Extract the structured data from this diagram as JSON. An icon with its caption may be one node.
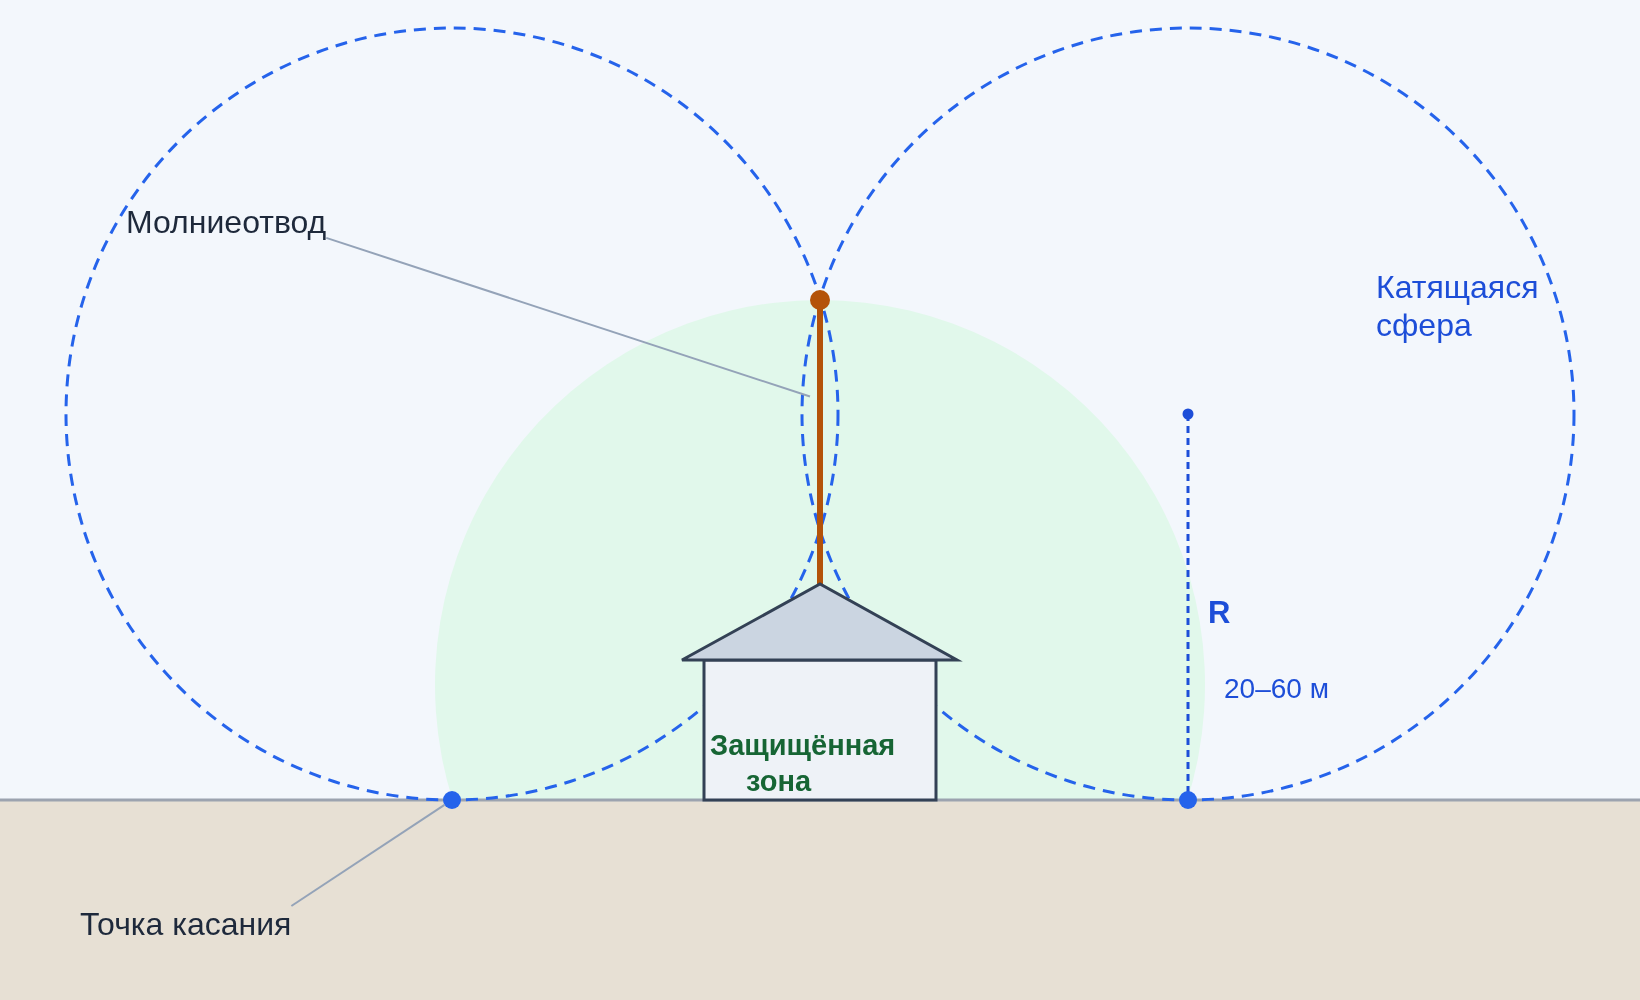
{
  "diagram": {
    "nodes": [
      {
        "text": [
          "Молниеотвод"
        ]
      },
      {
        "text": [],
        "shape": "bar"
      },
      {
        "text": [
          "Точка касания"
        ]
      },
      {
        "text": [],
        "shape": "circle"
      }
    ],
    "edges": [
      {
        "from": 0,
        "to": 1,
        "arrow": "none"
      },
      {
        "from": 2,
        "to": 3,
        "arrow": "none"
      }
    ],
    "labels": [
      "Катящаяся сфера",
      "R",
      "20–60 м",
      "Защищённая зона"
    ]
  }
}
